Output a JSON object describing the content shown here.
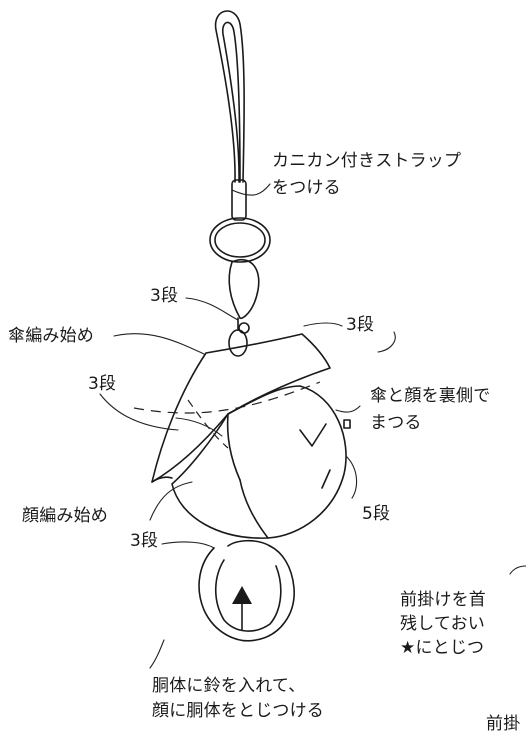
{
  "labels": {
    "strap_line1": "カニカン付きストラップ",
    "strap_line2": "をつける",
    "rows3_top": "3段",
    "rows3_right": "3段",
    "umbrella_start": "傘編み始め",
    "rows3_left": "3段",
    "sew_line1": "傘と顔を裏側で",
    "sew_line2": "まつる",
    "face_start": "顔編み始め",
    "rows3_bottom": "3段",
    "rows5": "5段",
    "apron_line1": "前掛けを首",
    "apron_line2": "残しておい",
    "apron_line3": "★にとじつ",
    "body_line1": "胴体に鈴を入れて、",
    "body_line2": "顔に胴体をとじつける",
    "cut_bottom": "前掛"
  }
}
